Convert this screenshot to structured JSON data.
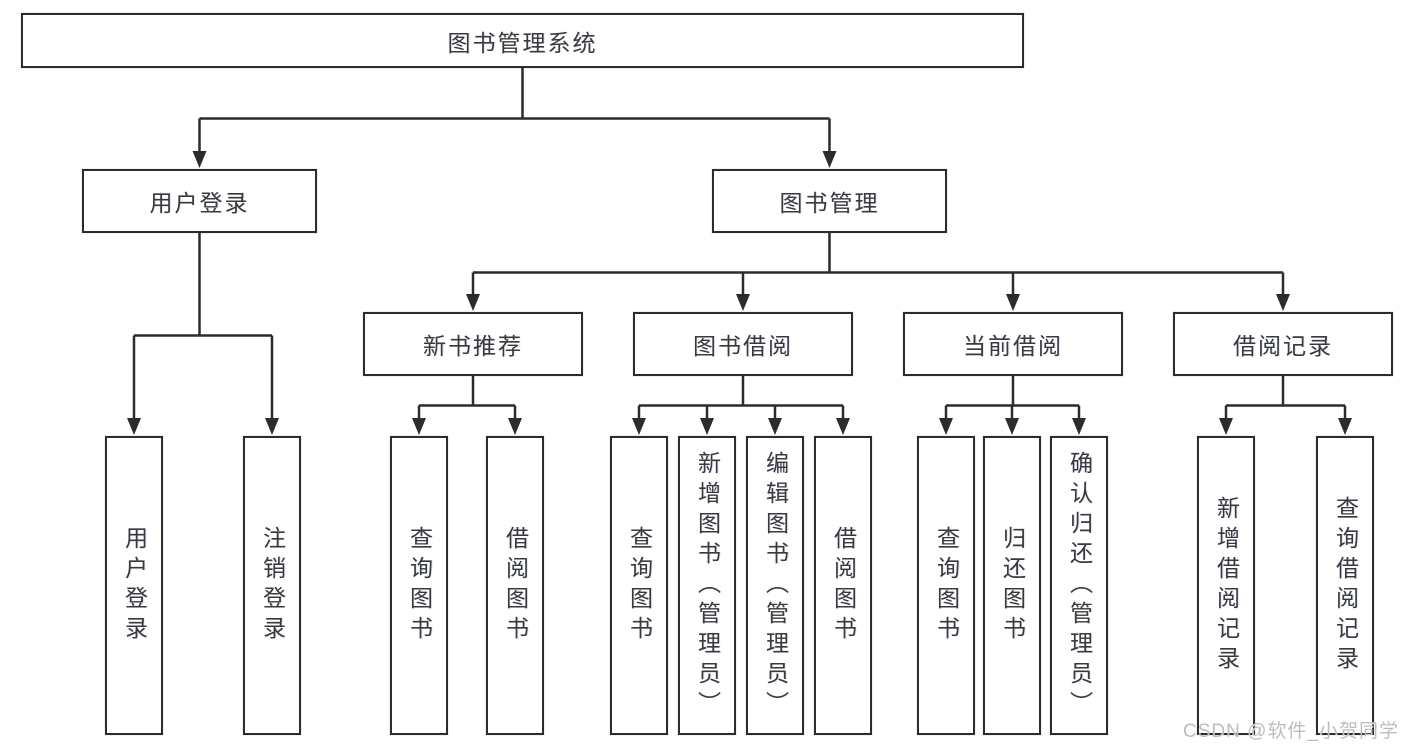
{
  "nodes": {
    "root": {
      "label": "图书管理系统"
    },
    "level2": [
      {
        "label": "用户登录"
      },
      {
        "label": "图书管理"
      }
    ],
    "level3": [
      {
        "label": "新书推荐"
      },
      {
        "label": "图书借阅"
      },
      {
        "label": "当前借阅"
      },
      {
        "label": "借阅记录"
      }
    ],
    "leaves": [
      {
        "label": "用户登录"
      },
      {
        "label": "注销登录"
      },
      {
        "label": "查询图书"
      },
      {
        "label": "借阅图书"
      },
      {
        "label": "查询图书"
      },
      {
        "label": "新增图书（管理员）"
      },
      {
        "label": "编辑图书（管理员）"
      },
      {
        "label": "借阅图书"
      },
      {
        "label": "查询图书"
      },
      {
        "label": "归还图书"
      },
      {
        "label": "确认归还（管理员）"
      },
      {
        "label": "新增借阅记录"
      },
      {
        "label": "查询借阅记录"
      }
    ]
  },
  "watermark": "CSDN @软件_小贺同学",
  "colors": {
    "line": "#2c2c2c",
    "text": "#3a3a3a",
    "background": "#ffffff",
    "watermark": "#bdbdbd"
  }
}
